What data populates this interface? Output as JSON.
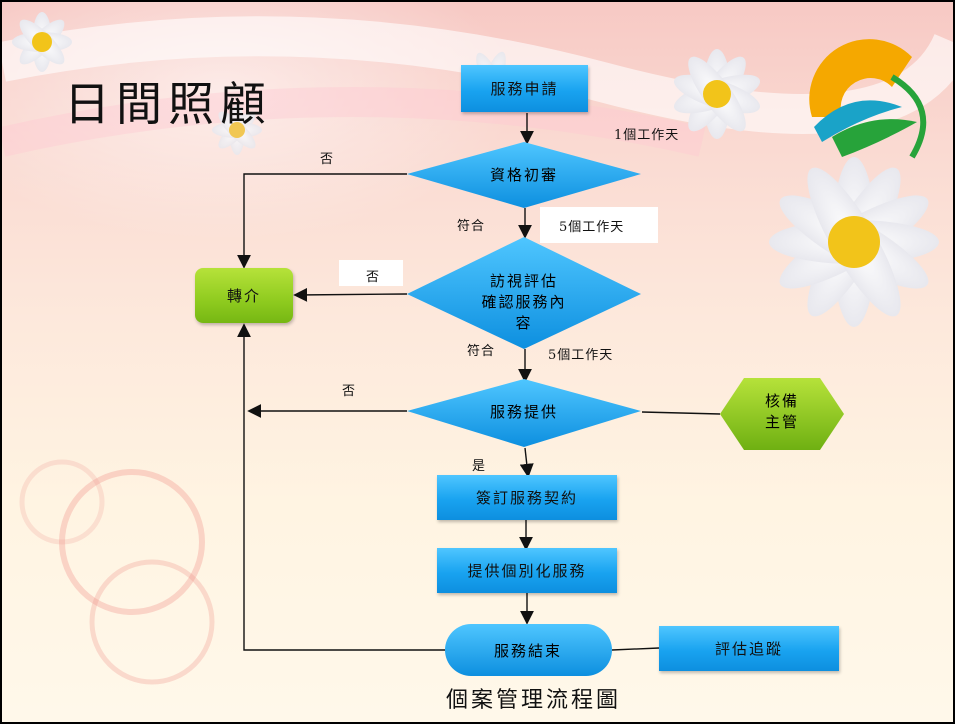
{
  "title": "日間照顧",
  "caption": "個案管理流程圖",
  "nodes": {
    "apply": "服務申請",
    "initial_review": "資格初審",
    "visit_line1": "訪視評估",
    "visit_line2": "確認服務內",
    "visit_line3": "容",
    "provide": "服務提供",
    "contract": "簽訂服務契約",
    "personalized": "提供個別化服務",
    "end": "服務結束",
    "followup": "評估追蹤",
    "referral": "轉介",
    "approver_line1": "核備",
    "approver_line2": "主管"
  },
  "edge_labels": {
    "one_day": "1個工作天",
    "five_days_a": "5個工作天",
    "five_days_b": "5個工作天",
    "match_a": "符合",
    "match_b": "符合",
    "no_a": "否",
    "no_b": "否",
    "no_c": "否",
    "yes": "是"
  },
  "colors": {
    "blue_node": "#19a3f0",
    "green_node": "#8fcb1f",
    "line": "#111111"
  }
}
